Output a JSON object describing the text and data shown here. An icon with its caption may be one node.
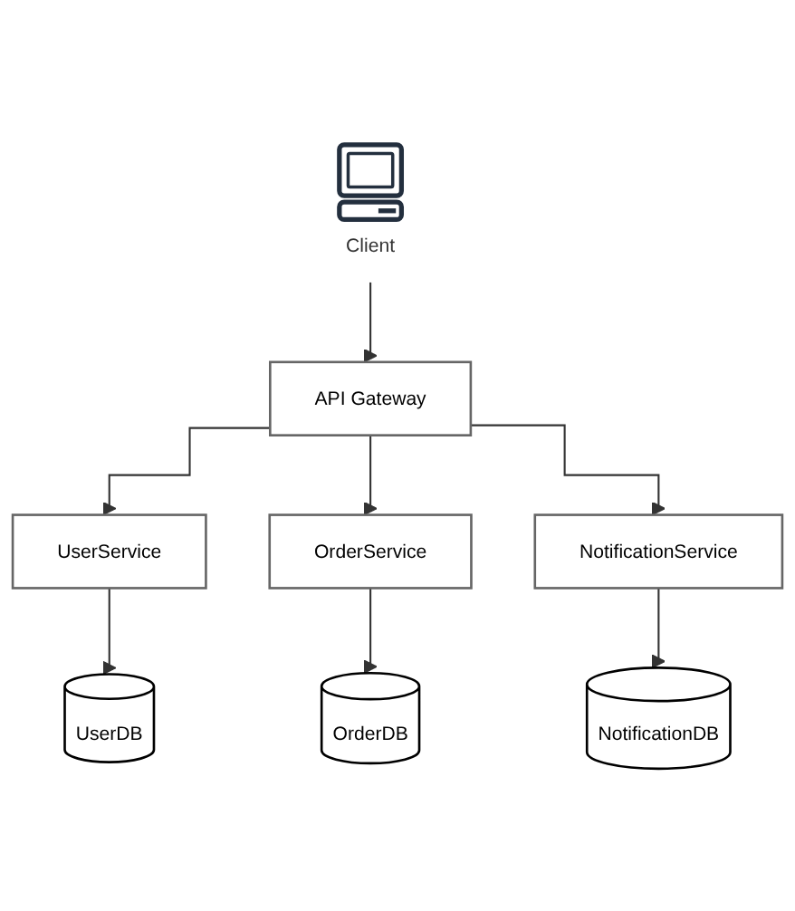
{
  "diagram": {
    "nodes": [
      {
        "text": [
          "Client"
        ]
      },
      {
        "text": [
          "API Gateway"
        ]
      },
      {
        "text": [
          "UserService"
        ]
      },
      {
        "text": [
          "OrderService"
        ]
      },
      {
        "text": [
          "NotificationService"
        ]
      },
      {
        "text": [
          "UserDB"
        ]
      },
      {
        "text": [
          "OrderDB"
        ]
      },
      {
        "text": [
          "NotificationDB"
        ]
      }
    ],
    "edges": [
      {
        "from": 0,
        "to": 1,
        "arrow": "to"
      },
      {
        "from": 1,
        "to": 2,
        "arrow": "to"
      },
      {
        "from": 1,
        "to": 3,
        "arrow": "to"
      },
      {
        "from": 1,
        "to": 4,
        "arrow": "to"
      },
      {
        "from": 2,
        "to": 5,
        "arrow": "to"
      },
      {
        "from": 3,
        "to": 6,
        "arrow": "to"
      },
      {
        "from": 4,
        "to": 7,
        "arrow": "to"
      }
    ]
  }
}
